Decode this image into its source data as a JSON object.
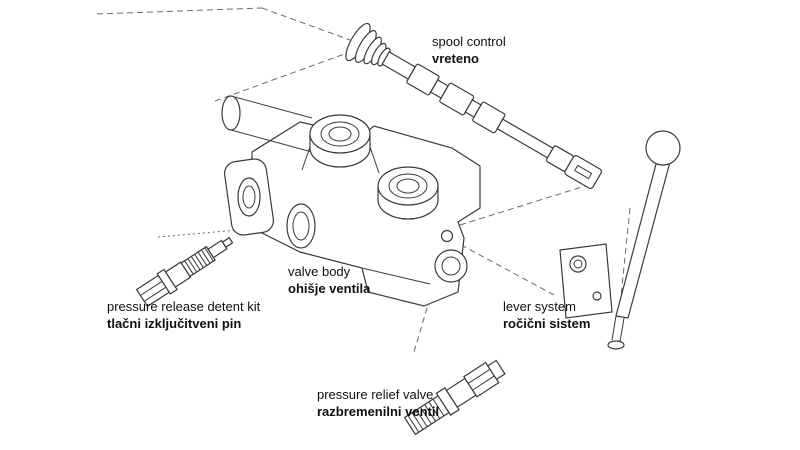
{
  "diagram": {
    "background": "#ffffff",
    "line_color": "#3a3a3a",
    "labels": {
      "spool_control": {
        "en": "spool control",
        "sl": "vreteno"
      },
      "valve_body": {
        "en": "valve body",
        "sl": "ohišje ventila"
      },
      "detent_kit": {
        "en": "pressure release detent kit",
        "sl": "tlačni izključitveni pin"
      },
      "lever_system": {
        "en": "lever system",
        "sl": "ročični sistem"
      },
      "relief_valve": {
        "en": "pressure relief valve",
        "sl": "razbremenilni ventil"
      }
    }
  }
}
